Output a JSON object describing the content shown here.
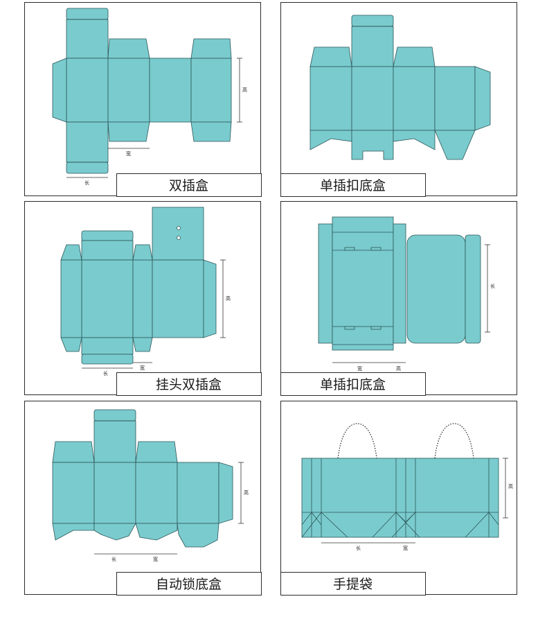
{
  "panels": [
    {
      "title": "双插盒",
      "labels": {
        "height": "高",
        "width": "宽",
        "length": "长"
      }
    },
    {
      "title": "单插扣底盒"
    },
    {
      "title": "挂头双插盒",
      "labels": {
        "height": "高",
        "width": "宽",
        "length": "长"
      }
    },
    {
      "title": "单插扣底盒",
      "labels": {
        "height": "高",
        "width": "宽",
        "length": "长"
      }
    },
    {
      "title": "自动锁底盒",
      "labels": {
        "height": "高",
        "width": "宽",
        "length": "长"
      }
    },
    {
      "title": "手提袋",
      "labels": {
        "height": "高",
        "width": "宽",
        "length": "长"
      }
    }
  ],
  "colors": {
    "fill": "#7acbcd",
    "line": "#2b5559",
    "border": "#2a2a2a"
  }
}
